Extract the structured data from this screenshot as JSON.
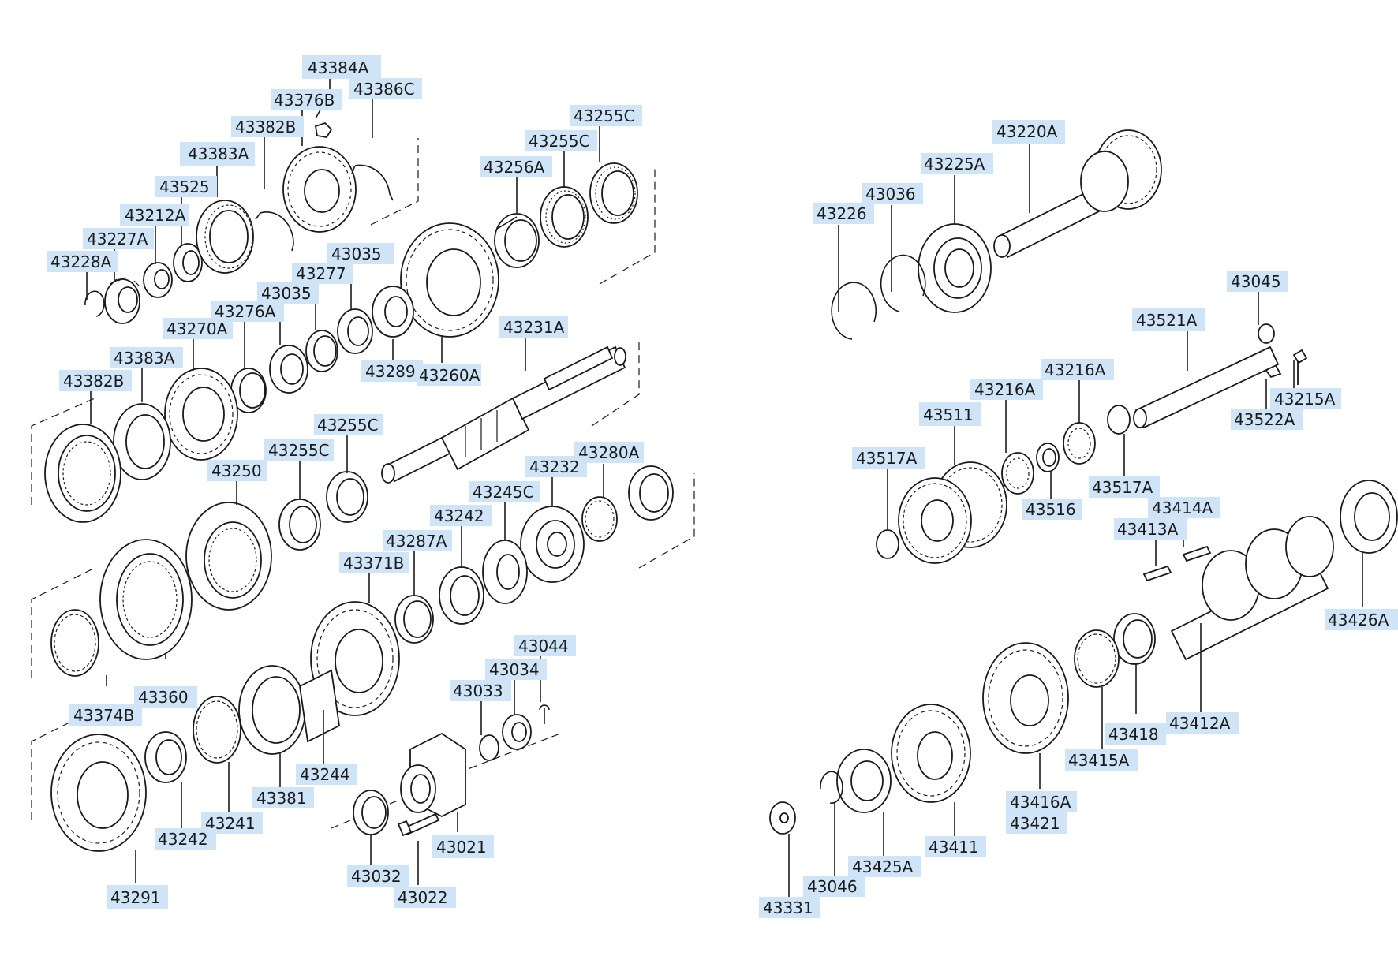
{
  "diagram": {
    "labels": [
      "43384A",
      "43376B",
      "43386C",
      "43382B",
      "43383A",
      "43525",
      "43212A",
      "43227A",
      "43228A",
      "43256A",
      "43255C",
      "43255C",
      "43035",
      "43277",
      "43035",
      "43276A",
      "43270A",
      "43383A",
      "43382B",
      "43289",
      "43260A",
      "43231A",
      "43255C",
      "43255C",
      "43250",
      "43280A",
      "43232",
      "43245C",
      "43242",
      "43287A",
      "43371B",
      "43360",
      "43374B",
      "43044",
      "43034",
      "43033",
      "43244",
      "43381",
      "43241",
      "43242",
      "43291",
      "43021",
      "43032",
      "43022",
      "43220A",
      "43225A",
      "43036",
      "43226",
      "43045",
      "43521A",
      "43215A",
      "43522A",
      "43216A",
      "43216A",
      "43511",
      "43517A",
      "43517A",
      "43516",
      "43414A",
      "43413A",
      "43426A",
      "43418",
      "43412A",
      "43415A",
      "43416A",
      "43421",
      "43411",
      "43425A",
      "43046",
      "43331"
    ]
  }
}
